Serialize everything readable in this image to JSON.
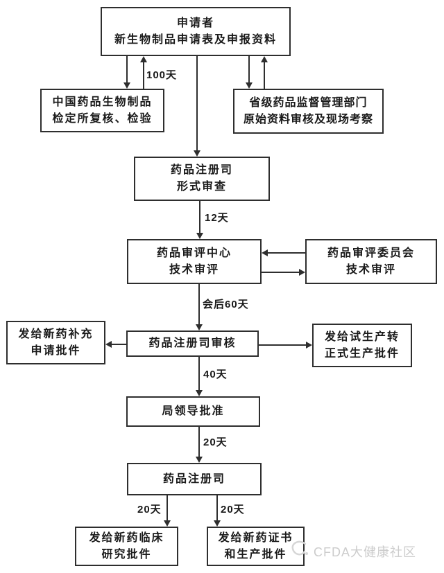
{
  "nodes": {
    "applicant": {
      "lines": [
        "申请者",
        "新生物制品申请表及申报资料"
      ]
    },
    "nifdc": {
      "lines": [
        "中国药品生物制品",
        "检定所复核、检验"
      ]
    },
    "provincial": {
      "lines": [
        "省级药品监督管理部门",
        "原始资料审核及现场考察"
      ]
    },
    "formal_review": {
      "lines": [
        "药品注册司",
        "形式审查"
      ]
    },
    "cde": {
      "lines": [
        "药品审评中心",
        "技术审评"
      ]
    },
    "committee": {
      "lines": [
        "药品审评委员会",
        "技术审评"
      ]
    },
    "supplement": {
      "lines": [
        "发给新药补充",
        "申请批件"
      ]
    },
    "reg_review": {
      "lines": [
        "药品注册司审核"
      ]
    },
    "trial_production": {
      "lines": [
        "发给试生产转",
        "正式生产批件"
      ]
    },
    "leader_approval": {
      "lines": [
        "局领导批准"
      ]
    },
    "reg_dept": {
      "lines": [
        "药品注册司"
      ]
    },
    "clinical": {
      "lines": [
        "发给新药临床",
        "研究批件"
      ]
    },
    "certificate": {
      "lines": [
        "发给新药证书",
        "和生产批件"
      ]
    }
  },
  "labels": {
    "days100": "100天",
    "days12": "12天",
    "days60": "会后60天",
    "days40": "40天",
    "days20_1": "20天",
    "days20_2": "20天",
    "days20_3": "20天"
  },
  "watermark": {
    "text": "CFDA大健康社区"
  },
  "colors": {
    "line": "#2e2e2e",
    "box_border": "#2e2e2e",
    "text": "#1a1a1a",
    "watermark": "#cccccc",
    "background": "#ffffff"
  }
}
